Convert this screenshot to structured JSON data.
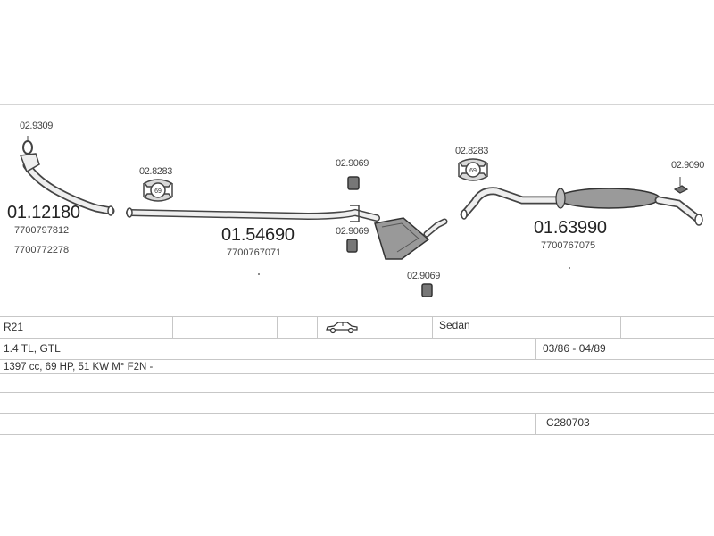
{
  "parts": {
    "front_pipe": {
      "number": "01.12180",
      "oem": [
        "7700797812",
        "7700772278"
      ]
    },
    "intermediate_pipe": {
      "number": "01.54690",
      "oem": [
        "7700767071"
      ]
    },
    "rear_silencer": {
      "number": "01.63990",
      "oem": [
        "7700767075"
      ]
    },
    "mounting_parts": {
      "ring": "02.9309",
      "clamp_front": "02.8283",
      "clamp_rear": "02.8283",
      "hanger_top": "02.9069",
      "hanger_mid": "02.9069",
      "hanger_low": "02.9069",
      "hanger_tail": "02.9090"
    },
    "clamp_size": "69"
  },
  "vehicle": {
    "model": "R21",
    "body_type": "Sedan",
    "engine_variant": "1.4 TL, GTL",
    "production_period": "03/86 - 04/89",
    "engine_spec": "1397 cc, 69 HP, 51 KW M° F2N -",
    "catalog_code": "C280703"
  },
  "icons": {
    "car": "sedan-car-icon"
  },
  "colors": {
    "line": "#c7c7c7",
    "part_stroke": "#444444",
    "part_fill": "#d9d9d9"
  }
}
